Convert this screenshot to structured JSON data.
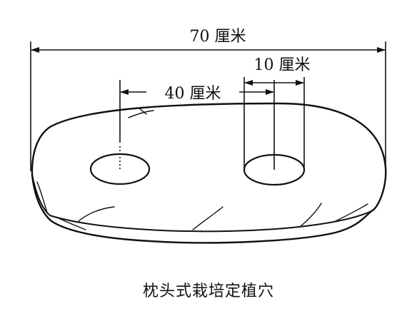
{
  "diagram": {
    "labels": {
      "total_width": "70 厘米",
      "hole_diameter": "10 厘米",
      "hole_spacing": "40 厘米"
    },
    "caption": "枕头式栽培定植穴",
    "colors": {
      "ink": "#111111",
      "background": "#ffffff"
    }
  }
}
